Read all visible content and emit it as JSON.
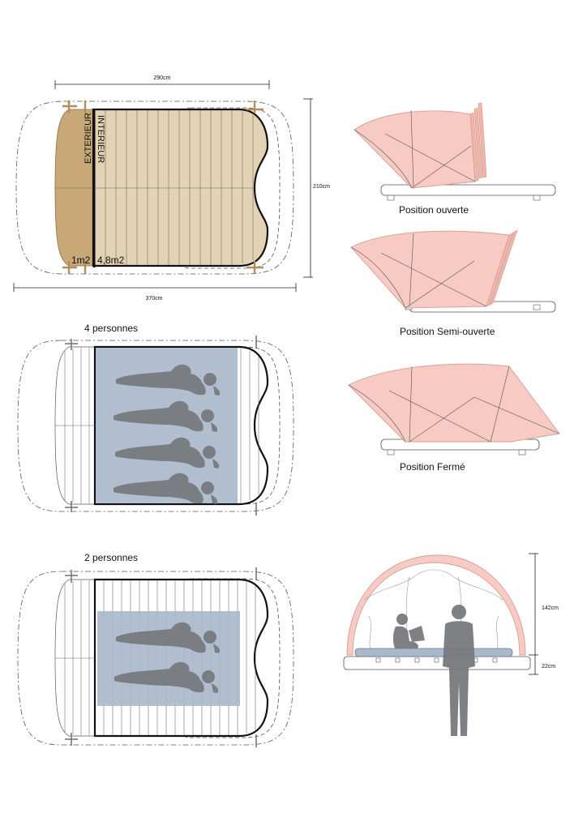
{
  "plan_top": {
    "dim_width_top": "290cm",
    "dim_width_bottom": "370cm",
    "dim_height": "210cm",
    "zone_exterior": "EXTERIEUR",
    "zone_interior": "INTERIEUR",
    "area_exterior": "1m2",
    "area_interior": "4,8m2"
  },
  "plan_four": {
    "caption": "4 personnes"
  },
  "plan_two": {
    "caption": "2 personnes"
  },
  "positions": [
    {
      "label": "Position ouverte"
    },
    {
      "label": "Position Semi-ouverte"
    },
    {
      "label": "Position Fermé"
    }
  ],
  "section": {
    "dim_canopy": "142cm",
    "dim_base": "22cm"
  },
  "colors": {
    "wood_dark": "#c9a877",
    "wood_light": "#e3d3b6",
    "pink_fill": "#f7cbc3",
    "pink_stroke": "#d49e94",
    "blue_mat": "#a9b9cc",
    "silhouette": "#77797d"
  }
}
